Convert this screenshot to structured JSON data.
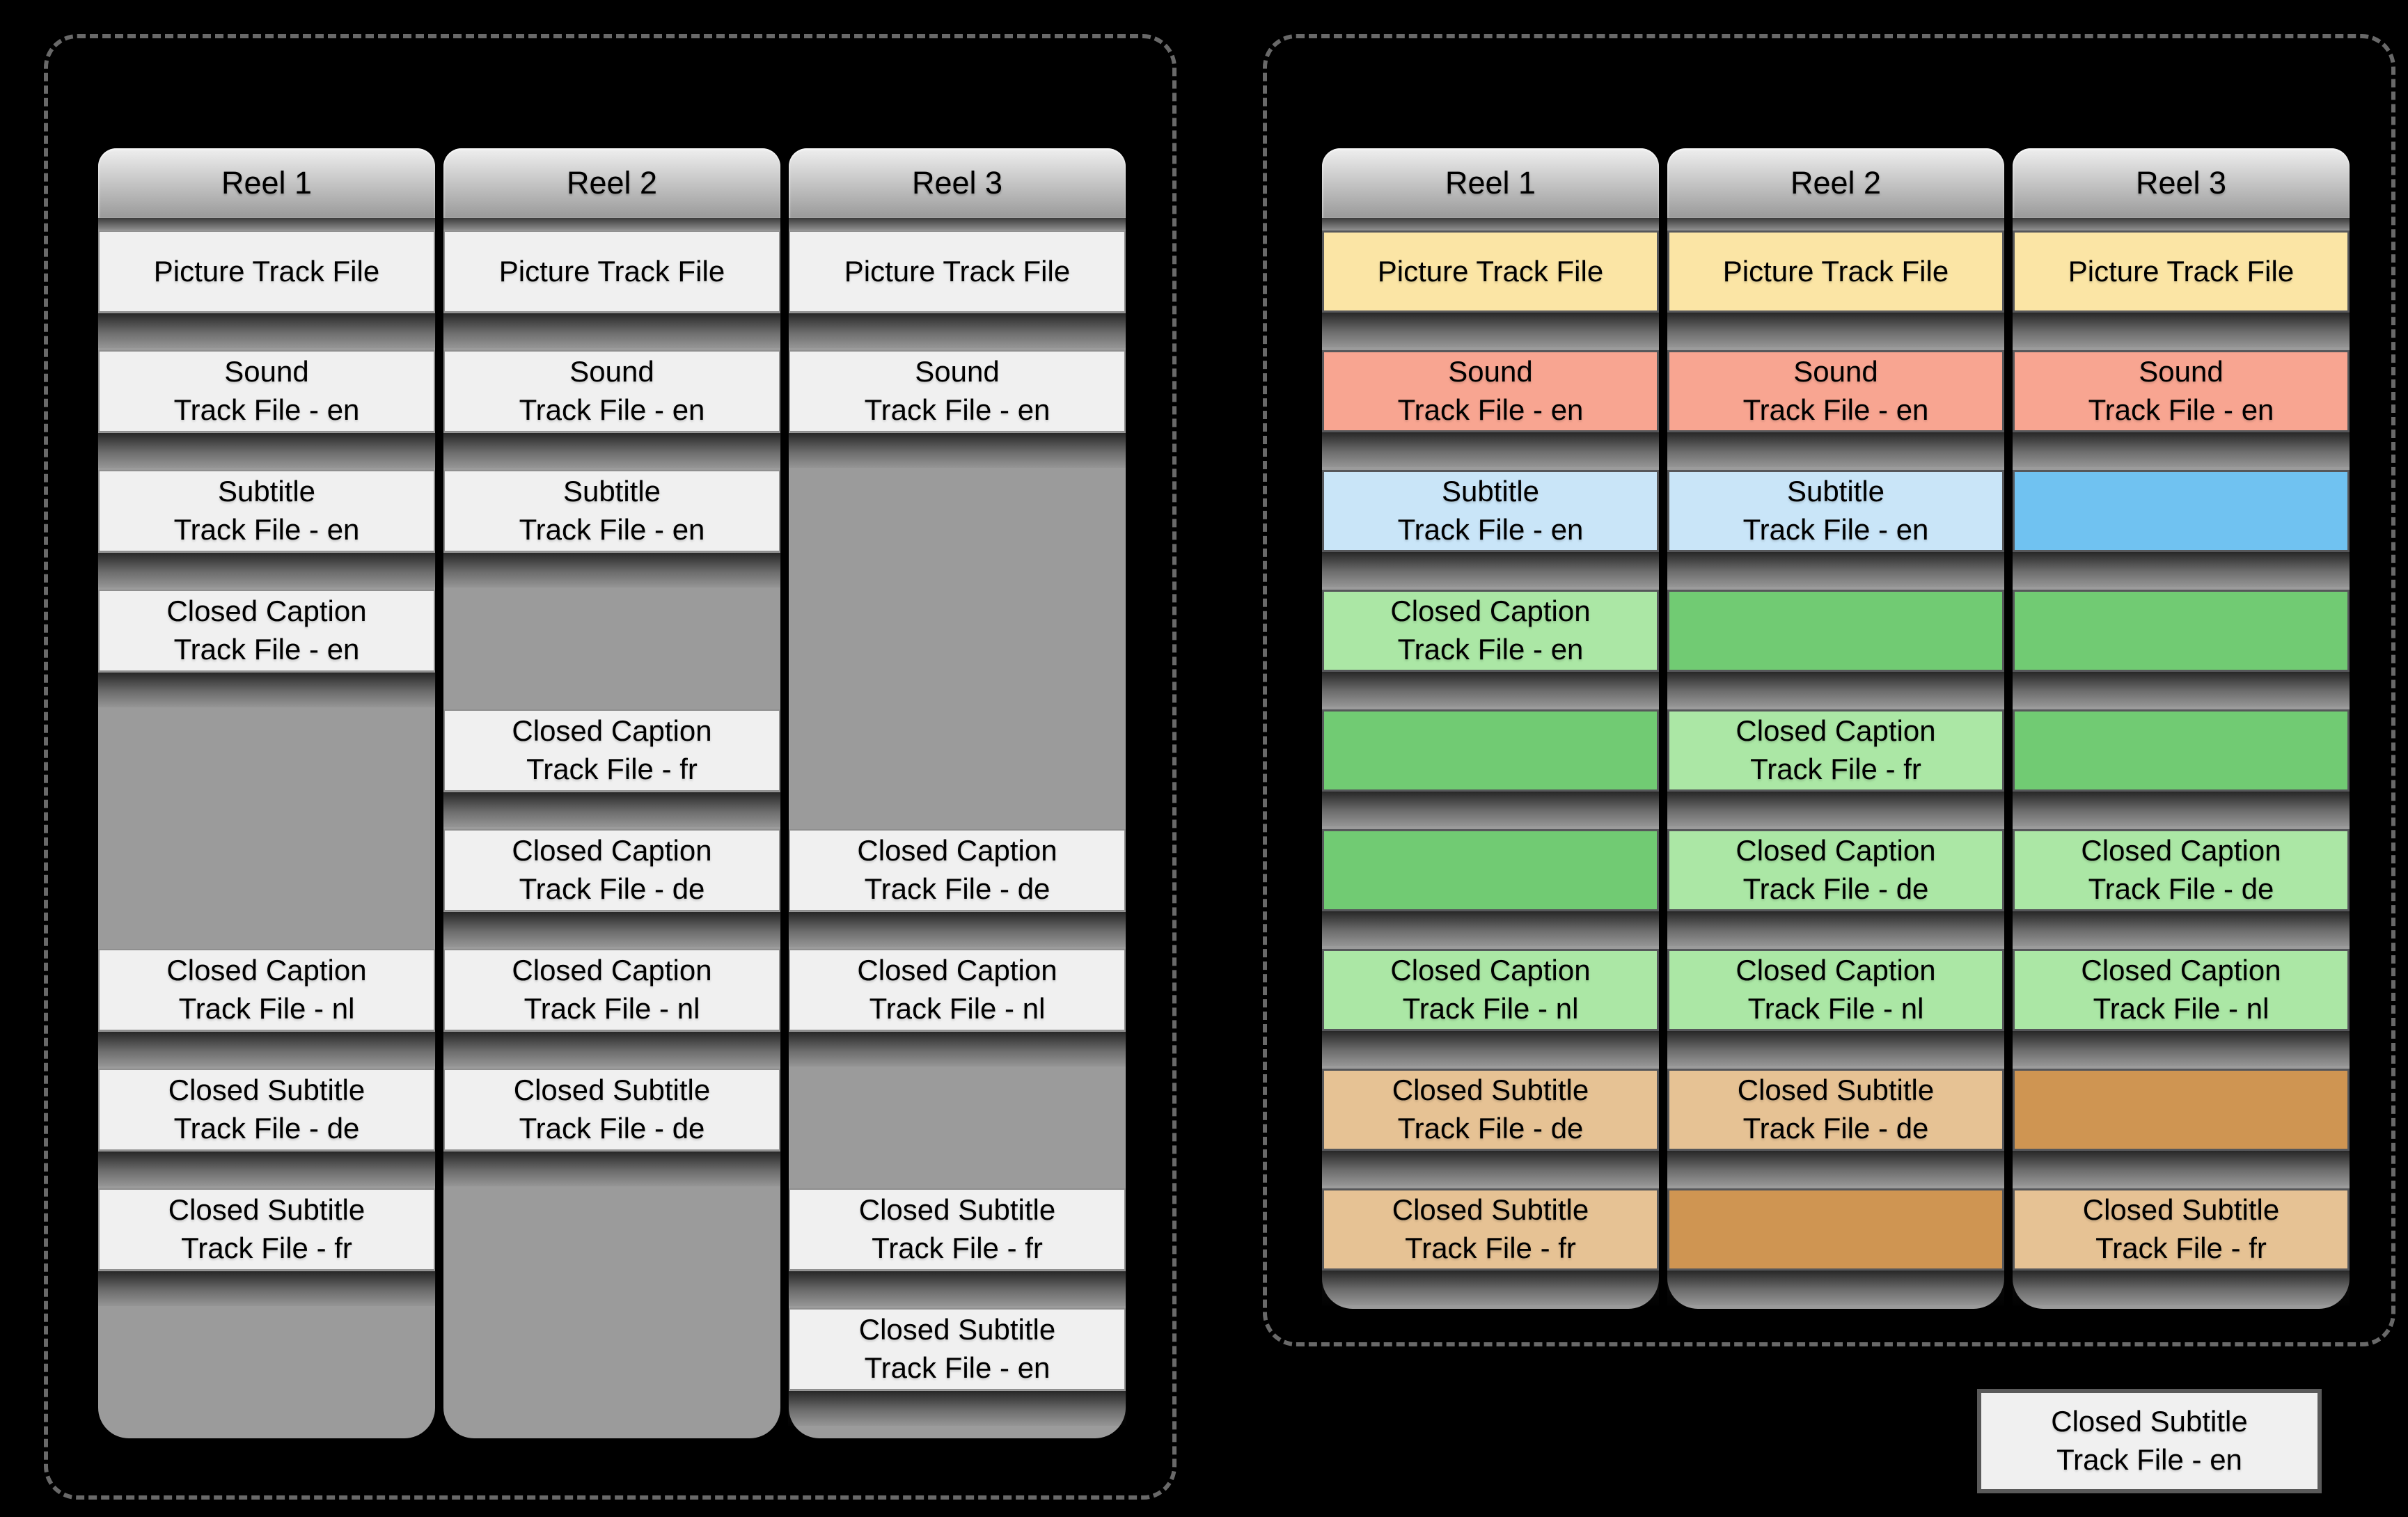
{
  "colors": {
    "background": "#000000",
    "panel_border": "#696969",
    "column_slab": "#9B9B9B",
    "text": "#000000",
    "plain": "#F0F0F0",
    "picture": "#FBE5A5",
    "sound": "#F8A591",
    "subtitle": "#C9E5F8",
    "subtitle_solid": "#70C2F1",
    "caption": "#ABE7A5",
    "caption_solid": "#71CB73",
    "closed_subtitle": "#E6C294",
    "closed_subtitle_solid": "#CF9552"
  },
  "panels": [
    {
      "id": "track-files-as-authored",
      "rows": 10,
      "reels": [
        {
          "header": "Reel 1",
          "cells": [
            {
              "row": 0,
              "lines": [
                "Picture Track File"
              ],
              "color": "plain"
            },
            {
              "row": 1,
              "lines": [
                "Sound",
                "Track File - en"
              ],
              "color": "plain"
            },
            {
              "row": 2,
              "lines": [
                "Subtitle",
                "Track File - en"
              ],
              "color": "plain"
            },
            {
              "row": 3,
              "lines": [
                "Closed Caption",
                "Track File - en"
              ],
              "color": "plain"
            },
            {
              "row": 6,
              "lines": [
                "Closed Caption",
                "Track File - nl"
              ],
              "color": "plain"
            },
            {
              "row": 7,
              "lines": [
                "Closed Subtitle",
                "Track File - de"
              ],
              "color": "plain"
            },
            {
              "row": 8,
              "lines": [
                "Closed Subtitle",
                "Track File - fr"
              ],
              "color": "plain"
            }
          ]
        },
        {
          "header": "Reel 2",
          "cells": [
            {
              "row": 0,
              "lines": [
                "Picture Track File"
              ],
              "color": "plain"
            },
            {
              "row": 1,
              "lines": [
                "Sound",
                "Track File - en"
              ],
              "color": "plain"
            },
            {
              "row": 2,
              "lines": [
                "Subtitle",
                "Track File - en"
              ],
              "color": "plain"
            },
            {
              "row": 4,
              "lines": [
                "Closed Caption",
                "Track File - fr"
              ],
              "color": "plain"
            },
            {
              "row": 5,
              "lines": [
                "Closed Caption",
                "Track File - de"
              ],
              "color": "plain"
            },
            {
              "row": 6,
              "lines": [
                "Closed Caption",
                "Track File - nl"
              ],
              "color": "plain"
            },
            {
              "row": 7,
              "lines": [
                "Closed Subtitle",
                "Track File - de"
              ],
              "color": "plain"
            }
          ]
        },
        {
          "header": "Reel 3",
          "cells": [
            {
              "row": 0,
              "lines": [
                "Picture Track File"
              ],
              "color": "plain"
            },
            {
              "row": 1,
              "lines": [
                "Sound",
                "Track File - en"
              ],
              "color": "plain"
            },
            {
              "row": 5,
              "lines": [
                "Closed Caption",
                "Track File - de"
              ],
              "color": "plain"
            },
            {
              "row": 6,
              "lines": [
                "Closed Caption",
                "Track File - nl"
              ],
              "color": "plain"
            },
            {
              "row": 8,
              "lines": [
                "Closed Subtitle",
                "Track File - fr"
              ],
              "color": "plain"
            },
            {
              "row": 9,
              "lines": [
                "Closed Subtitle",
                "Track File - en"
              ],
              "color": "plain"
            }
          ]
        }
      ]
    },
    {
      "id": "track-files-by-type",
      "rows": 9,
      "reels": [
        {
          "header": "Reel 1",
          "cells": [
            {
              "row": 0,
              "lines": [
                "Picture Track File"
              ],
              "color": "picture"
            },
            {
              "row": 1,
              "lines": [
                "Sound",
                "Track File - en"
              ],
              "color": "sound"
            },
            {
              "row": 2,
              "lines": [
                "Subtitle",
                "Track File - en"
              ],
              "color": "subtitle"
            },
            {
              "row": 3,
              "lines": [
                "Closed Caption",
                "Track File - en"
              ],
              "color": "caption"
            },
            {
              "row": 4,
              "lines": [],
              "color": "caption_solid"
            },
            {
              "row": 5,
              "lines": [],
              "color": "caption_solid"
            },
            {
              "row": 6,
              "lines": [
                "Closed Caption",
                "Track File - nl"
              ],
              "color": "caption"
            },
            {
              "row": 7,
              "lines": [
                "Closed Subtitle",
                "Track File - de"
              ],
              "color": "closed_subtitle"
            },
            {
              "row": 8,
              "lines": [
                "Closed Subtitle",
                "Track File - fr"
              ],
              "color": "closed_subtitle"
            }
          ]
        },
        {
          "header": "Reel 2",
          "cells": [
            {
              "row": 0,
              "lines": [
                "Picture Track File"
              ],
              "color": "picture"
            },
            {
              "row": 1,
              "lines": [
                "Sound",
                "Track File - en"
              ],
              "color": "sound"
            },
            {
              "row": 2,
              "lines": [
                "Subtitle",
                "Track File - en"
              ],
              "color": "subtitle"
            },
            {
              "row": 3,
              "lines": [],
              "color": "caption_solid"
            },
            {
              "row": 4,
              "lines": [
                "Closed Caption",
                "Track File - fr"
              ],
              "color": "caption"
            },
            {
              "row": 5,
              "lines": [
                "Closed Caption",
                "Track File - de"
              ],
              "color": "caption"
            },
            {
              "row": 6,
              "lines": [
                "Closed Caption",
                "Track File - nl"
              ],
              "color": "caption"
            },
            {
              "row": 7,
              "lines": [
                "Closed Subtitle",
                "Track File - de"
              ],
              "color": "closed_subtitle"
            },
            {
              "row": 8,
              "lines": [],
              "color": "closed_subtitle_solid"
            }
          ]
        },
        {
          "header": "Reel 3",
          "cells": [
            {
              "row": 0,
              "lines": [
                "Picture Track File"
              ],
              "color": "picture"
            },
            {
              "row": 1,
              "lines": [
                "Sound",
                "Track File - en"
              ],
              "color": "sound"
            },
            {
              "row": 2,
              "lines": [],
              "color": "subtitle_solid"
            },
            {
              "row": 3,
              "lines": [],
              "color": "caption_solid"
            },
            {
              "row": 4,
              "lines": [],
              "color": "caption_solid"
            },
            {
              "row": 5,
              "lines": [
                "Closed Caption",
                "Track File - de"
              ],
              "color": "caption"
            },
            {
              "row": 6,
              "lines": [
                "Closed Caption",
                "Track File - nl"
              ],
              "color": "caption"
            },
            {
              "row": 7,
              "lines": [],
              "color": "closed_subtitle_solid"
            },
            {
              "row": 8,
              "lines": [
                "Closed Subtitle",
                "Track File - fr"
              ],
              "color": "closed_subtitle"
            }
          ]
        }
      ]
    }
  ],
  "standalone_box": {
    "lines": [
      "Closed Subtitle",
      "Track File - en"
    ],
    "color": "plain"
  }
}
